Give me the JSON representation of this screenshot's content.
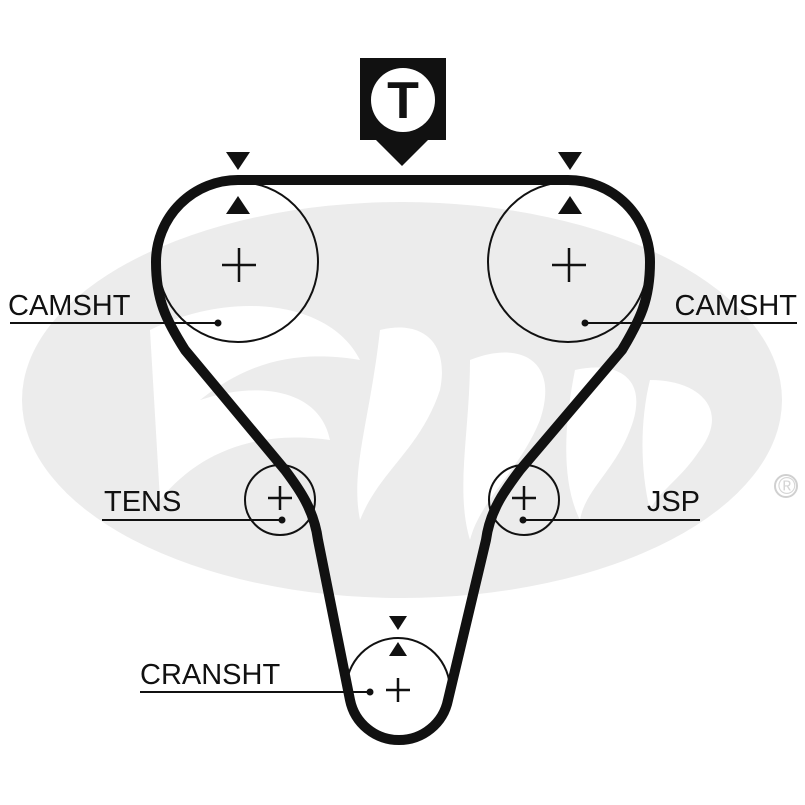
{
  "diagram": {
    "timing_mark": "T",
    "registered_mark": "®",
    "labels": {
      "camshaft_left": "CAMSHT",
      "camshaft_right": "CAMSHT",
      "tensioner": "TENS",
      "jack_shaft": "JSP",
      "crankshaft": "CRANSHT"
    },
    "colors": {
      "belt": "#111111",
      "pulley_stroke": "#111111",
      "logo_watermark": "#e9e9e9",
      "background": "#ffffff"
    },
    "icons": {
      "pulley_center": "plus-icon",
      "timing_arrow": "triangle-arrow-icon"
    }
  }
}
